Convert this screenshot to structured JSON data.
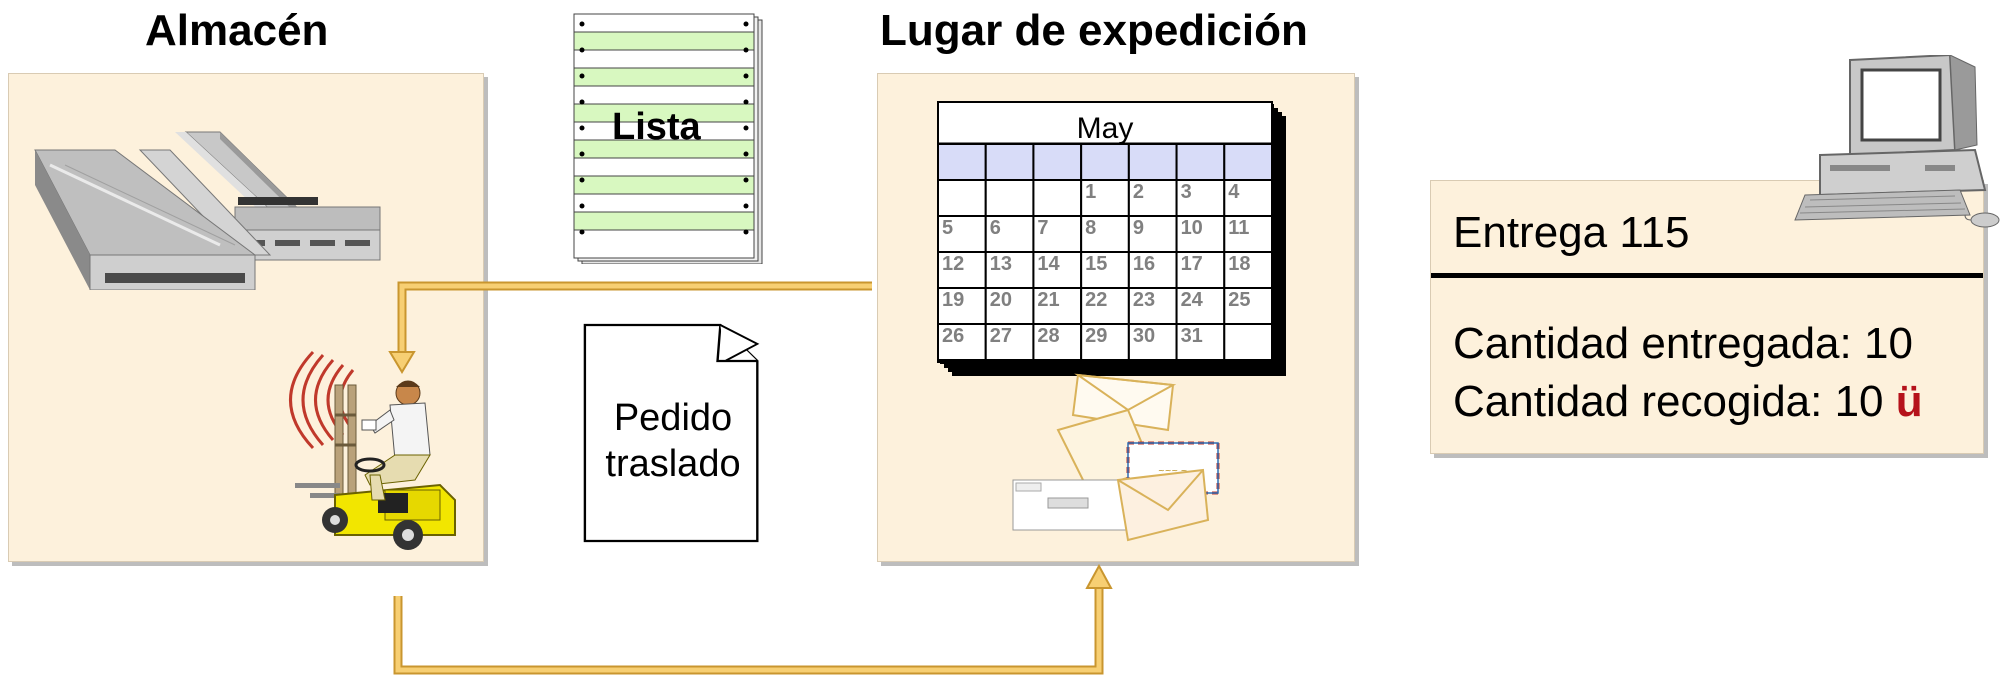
{
  "labels": {
    "almacen": "Almacén",
    "lugar": "Lugar de expedición",
    "lista": "Lista",
    "pedido_line1": "Pedido",
    "pedido_line2": "traslado"
  },
  "calendar": {
    "month": "May",
    "days": [
      "1",
      "2",
      "3",
      "4",
      "5",
      "6",
      "7",
      "8",
      "9",
      "10",
      "11",
      "12",
      "13",
      "14",
      "15",
      "16",
      "17",
      "18",
      "19",
      "20",
      "21",
      "22",
      "23",
      "24",
      "25",
      "26",
      "27",
      "28",
      "29",
      "30",
      "31"
    ]
  },
  "entrega": {
    "title": "Entrega 115",
    "qty_delivered": "Cantidad entregada: 10",
    "qty_picked": "Cantidad recogida: 10",
    "check_mark": "ü"
  },
  "colors": {
    "panel_bg": "#fdf1dc",
    "arrow": "#f5c561",
    "list_stripe": "#d8f8c0",
    "check": "#b5121b",
    "calendar_header": "#d8dcf8"
  },
  "icons": [
    "warehouse-racks-icon",
    "forklift-worker-icon",
    "radio-waves-icon",
    "list-paper-icon",
    "order-document-icon",
    "calendar-icon",
    "envelopes-icon",
    "computer-icon"
  ]
}
